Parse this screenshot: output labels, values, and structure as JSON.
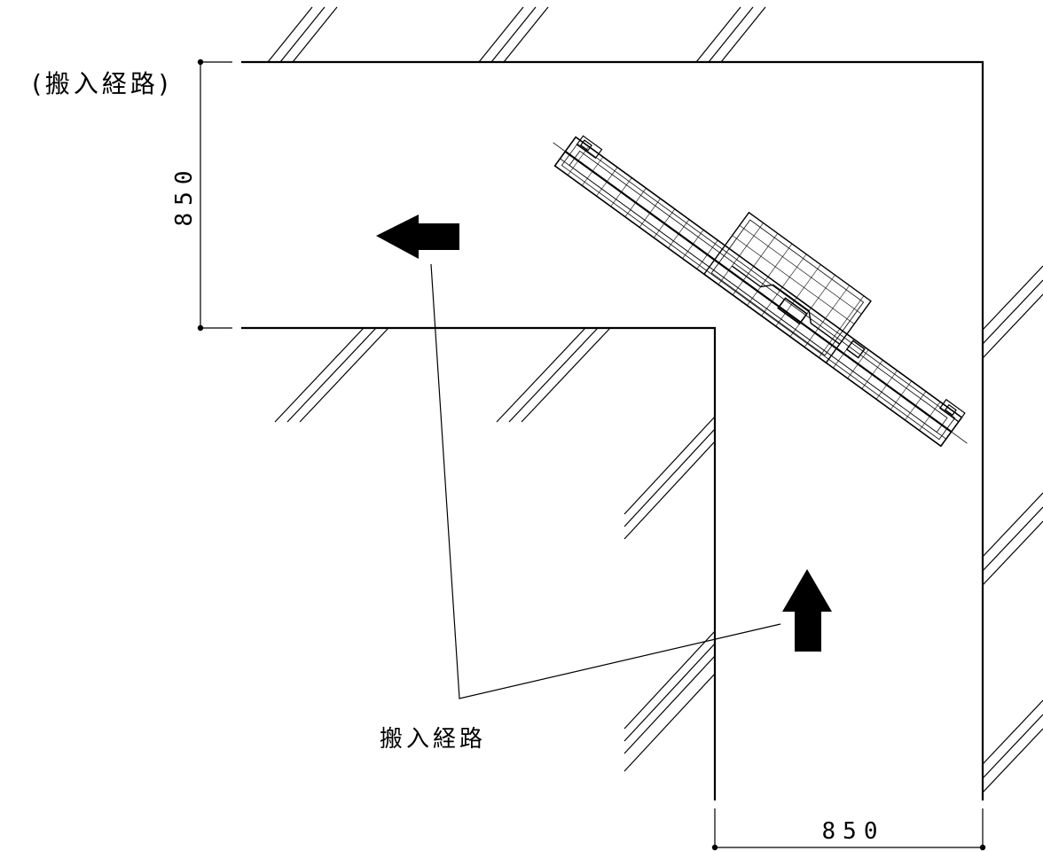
{
  "diagram": {
    "title": "(搬入経路)",
    "route_label": "搬入経路",
    "dim_vertical": "850",
    "dim_horizontal": "850",
    "line_color": "#000000",
    "background_color": "#ffffff"
  }
}
